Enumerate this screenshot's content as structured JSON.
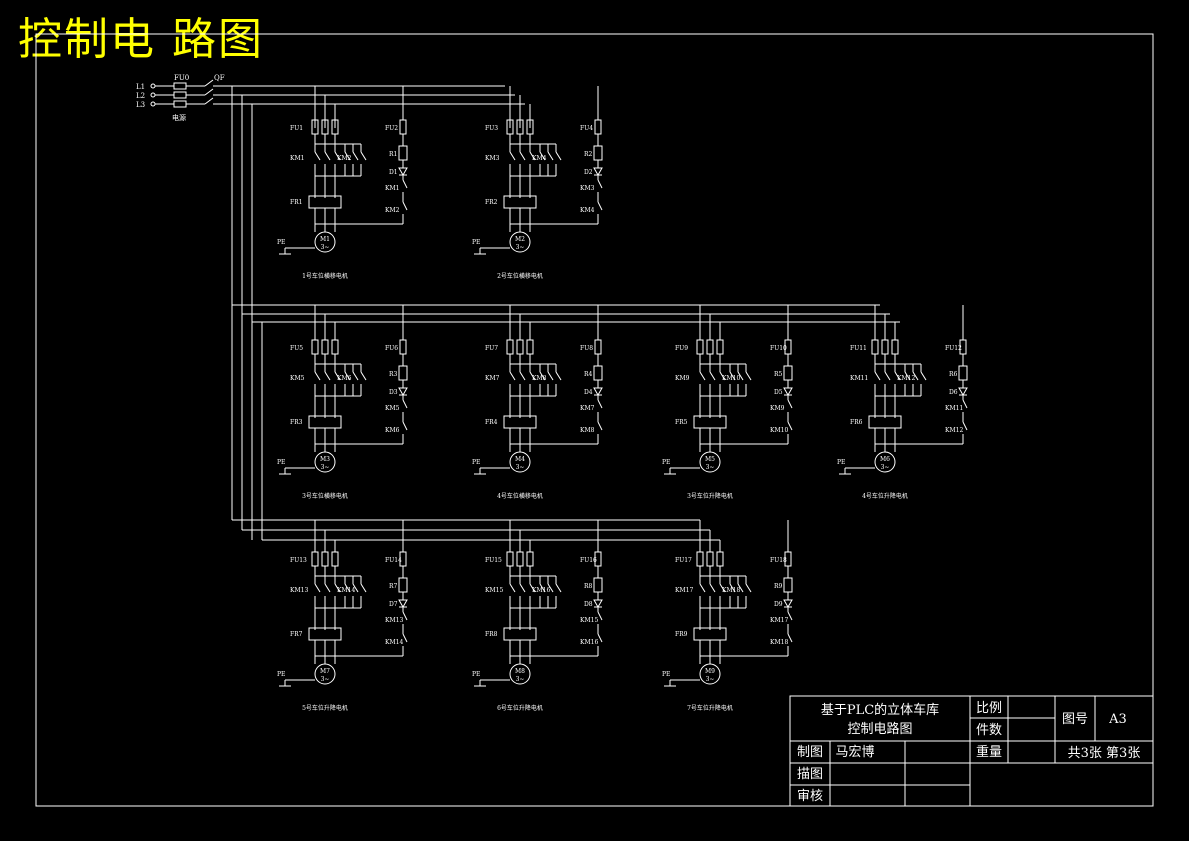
{
  "big_title": "控制电 路图",
  "supply": {
    "lines": [
      "L1",
      "L2",
      "L3"
    ],
    "fuse": "FU0",
    "switch": "QF",
    "source_label": "电源"
  },
  "pe_label": "PE",
  "circuits": [
    {
      "main_fuse": "FU1",
      "contactor_fwd": "KM1",
      "contactor_rev": "KM2",
      "thermal": "FR1",
      "motor": "M1",
      "motor_type": "3~",
      "brake_fuse": "FU2",
      "brake_coil": "R1",
      "diode": "D1",
      "aux1": "KM1",
      "aux2": "KM2",
      "caption": "1号车位横移电机"
    },
    {
      "main_fuse": "FU3",
      "contactor_fwd": "KM3",
      "contactor_rev": "KM4",
      "thermal": "FR2",
      "motor": "M2",
      "motor_type": "3~",
      "brake_fuse": "FU4",
      "brake_coil": "R2",
      "diode": "D2",
      "aux1": "KM3",
      "aux2": "KM4",
      "caption": "2号车位横移电机"
    },
    {
      "main_fuse": "FU5",
      "contactor_fwd": "KM5",
      "contactor_rev": "KM6",
      "thermal": "FR3",
      "motor": "M3",
      "motor_type": "3~",
      "brake_fuse": "FU6",
      "brake_coil": "R3",
      "diode": "D3",
      "aux1": "KM5",
      "aux2": "KM6",
      "caption": "3号车位横移电机"
    },
    {
      "main_fuse": "FU7",
      "contactor_fwd": "KM7",
      "contactor_rev": "KM8",
      "thermal": "FR4",
      "motor": "M4",
      "motor_type": "3~",
      "brake_fuse": "FU8",
      "brake_coil": "R4",
      "diode": "D4",
      "aux1": "KM7",
      "aux2": "KM8",
      "caption": "4号车位横移电机"
    },
    {
      "main_fuse": "FU9",
      "contactor_fwd": "KM9",
      "contactor_rev": "KM10",
      "thermal": "FR5",
      "motor": "M5",
      "motor_type": "3~",
      "brake_fuse": "FU10",
      "brake_coil": "R5",
      "diode": "D5",
      "aux1": "KM9",
      "aux2": "KM10",
      "caption": "3号车位升降电机"
    },
    {
      "main_fuse": "FU11",
      "contactor_fwd": "KM11",
      "contactor_rev": "KM12",
      "thermal": "FR6",
      "motor": "M6",
      "motor_type": "3~",
      "brake_fuse": "FU12",
      "brake_coil": "R6",
      "diode": "D6",
      "aux1": "KM11",
      "aux2": "KM12",
      "caption": "4号车位升降电机"
    },
    {
      "main_fuse": "FU13",
      "contactor_fwd": "KM13",
      "contactor_rev": "KM14",
      "thermal": "FR7",
      "motor": "M7",
      "motor_type": "3~",
      "brake_fuse": "FU14",
      "brake_coil": "R7",
      "diode": "D7",
      "aux1": "KM13",
      "aux2": "KM14",
      "caption": "5号车位升降电机"
    },
    {
      "main_fuse": "FU15",
      "contactor_fwd": "KM15",
      "contactor_rev": "KM16",
      "thermal": "FR8",
      "motor": "M8",
      "motor_type": "3~",
      "brake_fuse": "FU16",
      "brake_coil": "R8",
      "diode": "D8",
      "aux1": "KM15",
      "aux2": "KM16",
      "caption": "6号车位升降电机"
    },
    {
      "main_fuse": "FU17",
      "contactor_fwd": "KM17",
      "contactor_rev": "KM18",
      "thermal": "FR9",
      "motor": "M9",
      "motor_type": "3~",
      "brake_fuse": "FU18",
      "brake_coil": "R9",
      "diode": "D9",
      "aux1": "KM17",
      "aux2": "KM18",
      "caption": "7号车位升降电机"
    }
  ],
  "title_block": {
    "drawing_title_line1": "基于PLC的立体车库",
    "drawing_title_line2": "控制电路图",
    "scale_label": "比例",
    "qty_label": "件数",
    "weight_label": "重量",
    "drawing_no_label": "图号",
    "sheet_size": "A3",
    "sheets": "共3张  第3张",
    "drawn_label": "制图",
    "drawn_by": "马宏博",
    "traced_label": "描图",
    "checked_label": "审核"
  }
}
